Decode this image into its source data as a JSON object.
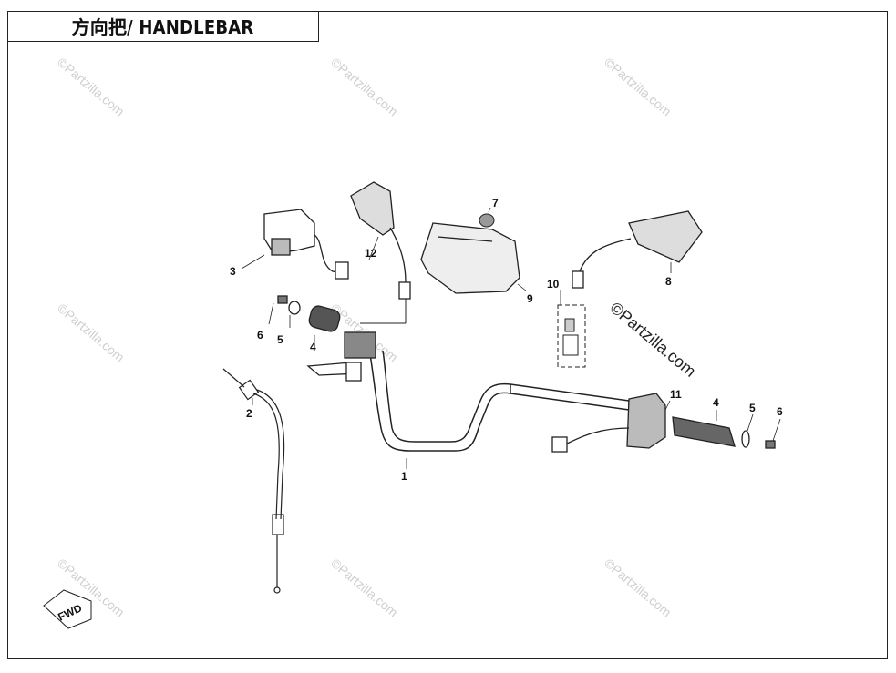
{
  "title": "方向把/ HANDLEBAR",
  "callouts": {
    "c1": "1",
    "c2": "2",
    "c3": "3",
    "c4a": "4",
    "c4b": "4",
    "c5a": "5",
    "c5b": "5",
    "c6a": "6",
    "c6b": "6",
    "c7": "7",
    "c8": "8",
    "c9": "9",
    "c10": "10",
    "c11": "11",
    "c12": "12"
  },
  "watermark": "©Partzilla.com",
  "copyright": "©Partzilla.com",
  "fwd_label": "FWD"
}
